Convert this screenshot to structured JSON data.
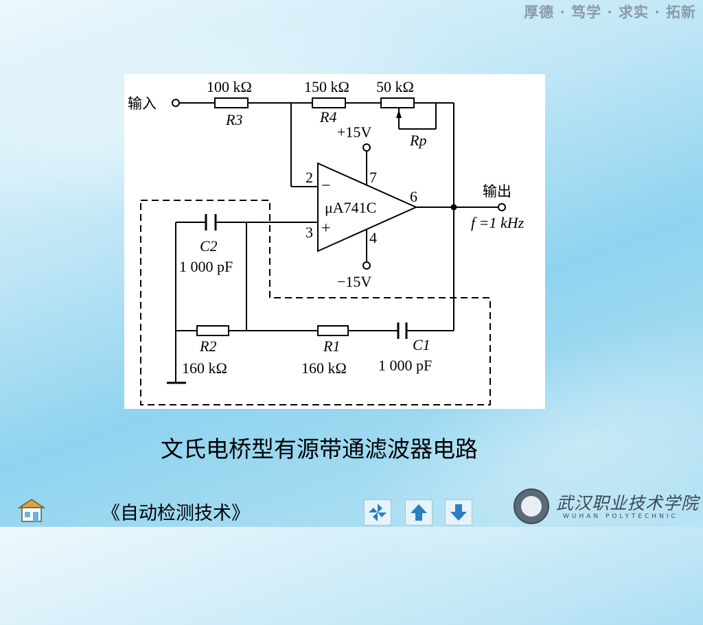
{
  "header": {
    "motto": "厚德 · 笃学 · 求实 · 拓新"
  },
  "diagram": {
    "input_label": "输入",
    "output_label": "输出",
    "frequency": "f =1 kHz",
    "r3": {
      "value": "100 kΩ",
      "name": "R3"
    },
    "r4": {
      "value": "150 kΩ",
      "name": "R4"
    },
    "rp": {
      "value": "50 kΩ",
      "name": "Rp"
    },
    "r2": {
      "value": "160 kΩ",
      "name": "R2"
    },
    "r1": {
      "value": "160 kΩ",
      "name": "R1"
    },
    "c2": {
      "value": "1 000 pF",
      "name": "C2"
    },
    "c1": {
      "value": "1 000 pF",
      "name": "C1"
    },
    "opamp": {
      "model": "μA741C",
      "vplus": "+15V",
      "vminus": "−15V",
      "pin_inv": "2",
      "pin_noninv": "3",
      "pin_vplus": "7",
      "pin_vminus": "4",
      "pin_out": "6",
      "sign_inv": "−",
      "sign_noninv": "+"
    }
  },
  "caption": "文氏电桥型有源带通滤波器电路",
  "footer": {
    "course_title": "《自动检测技术》",
    "school_cn": "武汉职业技术学院",
    "school_en": "WUHAN POLYTECHNIC"
  }
}
